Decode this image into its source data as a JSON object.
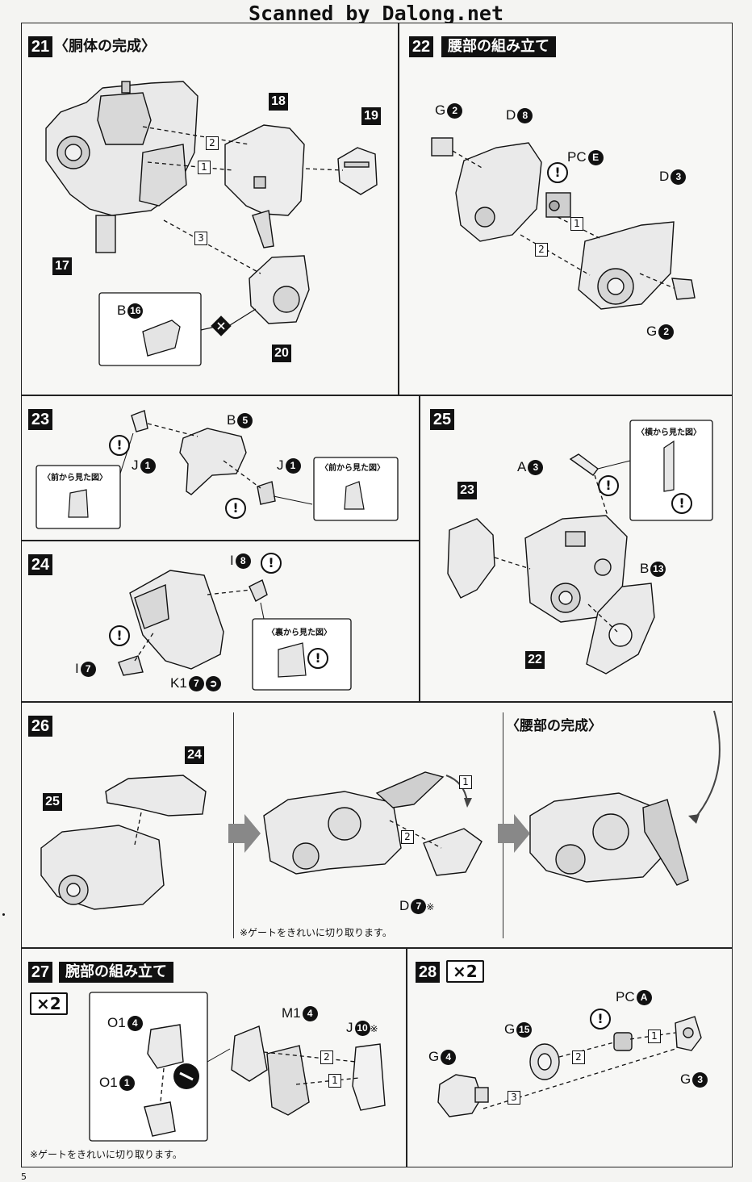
{
  "watermark": "Scanned by Dalong.net",
  "page_number": "5",
  "steps": {
    "s21": {
      "num": "21",
      "title": "〈胴体の完成〉",
      "parts": {
        "p18": "18",
        "p19": "19",
        "p17": "17",
        "p20": "20"
      },
      "order": [
        "2",
        "1",
        "3"
      ],
      "b": {
        "letter": "B",
        "num": "16"
      }
    },
    "s22": {
      "num": "22",
      "title": "腰部の組み立て",
      "g_top": {
        "letter": "G",
        "num": "2"
      },
      "d8": {
        "letter": "D",
        "num": "8"
      },
      "pc": {
        "letter": "PC",
        "num": "E"
      },
      "d3": {
        "letter": "D",
        "num": "3"
      },
      "g_bottom": {
        "letter": "G",
        "num": "2"
      },
      "order": [
        "1",
        "2"
      ]
    },
    "s23": {
      "num": "23",
      "b5": {
        "letter": "B",
        "num": "5"
      },
      "j1a": {
        "letter": "J",
        "num": "1"
      },
      "j1b": {
        "letter": "J",
        "num": "1"
      },
      "view_front_1": "〈前から見た図〉",
      "view_front_2": "〈前から見た図〉"
    },
    "s24": {
      "num": "24",
      "i8": {
        "letter": "I",
        "num": "8"
      },
      "i7": {
        "letter": "I",
        "num": "7"
      },
      "k1": {
        "letter": "K1",
        "num": "7"
      },
      "view_back": "〈裏から見た図〉"
    },
    "s25": {
      "num": "25",
      "a3": {
        "letter": "A",
        "num": "3"
      },
      "b13": {
        "letter": "B",
        "num": "13"
      },
      "p23": "23",
      "p22": "22",
      "view_side": "〈横から見た図〉"
    },
    "s26": {
      "num": "26",
      "p24": "24",
      "p25": "25",
      "order": [
        "1",
        "2"
      ],
      "d7": {
        "letter": "D",
        "num": "7",
        "mark": "※"
      },
      "note": "※ゲートをきれいに切り取ります。",
      "complete_title": "〈腰部の完成〉"
    },
    "s27": {
      "num": "27",
      "title": "腕部の組み立て",
      "mult": "×2",
      "o1_4": {
        "letter": "O1",
        "num": "4"
      },
      "o1_1": {
        "letter": "O1",
        "num": "1"
      },
      "m1_4": {
        "letter": "M1",
        "num": "4"
      },
      "j10": {
        "letter": "J",
        "num": "10",
        "mark": "※"
      },
      "order": [
        "2",
        "1"
      ],
      "note": "※ゲートをきれいに切り取ります。"
    },
    "s28": {
      "num": "28",
      "mult": "×2",
      "pca": {
        "letter": "PC",
        "num": "A"
      },
      "g15": {
        "letter": "G",
        "num": "15"
      },
      "g4": {
        "letter": "G",
        "num": "4"
      },
      "g3": {
        "letter": "G",
        "num": "3"
      },
      "order": [
        "1",
        "2",
        "3"
      ]
    }
  },
  "caution_glyph": "!",
  "colors": {
    "ink": "#111111",
    "paper": "#f7f7f5",
    "part_fill": "#e6e6e6",
    "accent": "#c6c6c6"
  },
  "icons": [
    "caution-icon",
    "arrow-right-icon",
    "curved-arrow-icon",
    "nipper-icon"
  ]
}
